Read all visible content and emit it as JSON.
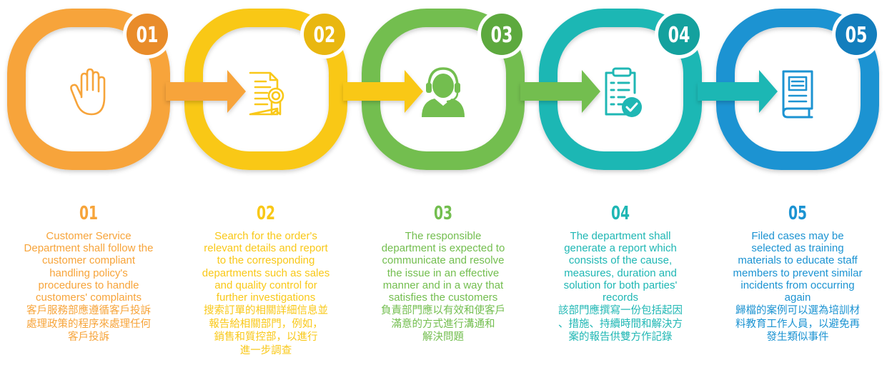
{
  "colors": {
    "step1": "#F7A43A",
    "step1_badge": "#E98C2A",
    "step2": "#F9C818",
    "step2_badge": "#E9B710",
    "step3": "#73BE4F",
    "step3_badge": "#5DA93E",
    "step4": "#1FB7B4",
    "step4_badge": "#14A19E",
    "step5": "#1C93D2",
    "step5_badge": "#137EBD"
  },
  "steps": [
    {
      "badge": "01",
      "icon": "raised-hand-icon",
      "number": "01",
      "english": "Customer Service\nDepartment shall follow the\ncustomer compliant\nhandling policy's\nprocedures to handle\ncustomers' complaints",
      "chinese": "客戶服務部應遵循客戶投訴\n處理政策的程序來處理任何\n客戶投訴"
    },
    {
      "badge": "02",
      "icon": "certificate-document-icon",
      "number": "02",
      "english": "Search for the order's\nrelevant details and report\nto the corresponding\ndepartments such as sales\nand quality control for\nfurther investigations",
      "chinese": "搜索訂單的相關詳細信息並\n報告給相關部門，例如，\n銷售和質控部，以進行\n進一步調查"
    },
    {
      "badge": "03",
      "icon": "headset-agent-icon",
      "number": "03",
      "english": "The responsible\ndepartment is expected to\ncommunicate and resolve\nthe issue in an effective\nmanner and in a way that\nsatisfies the customers",
      "chinese": "負責部門應以有效和使客戶\n滿意的方式進行溝通和\n解決問題"
    },
    {
      "badge": "04",
      "icon": "clipboard-check-icon",
      "number": "04",
      "english": "The department shall\ngenerate a report which\nconsists of the cause,\nmeasures, duration and\nsolution for both parties'\nrecords",
      "chinese": "該部門應撰寫一份包括起因\n、措施、持續時間和解決方\n案的報告供雙方作記錄"
    },
    {
      "badge": "05",
      "icon": "book-icon",
      "number": "05",
      "english": "Filed cases may be\nselected as training\nmaterials to educate staff\nmembers to prevent similar\nincidents from occurring\nagain",
      "chinese": "歸檔的案例可以選為培訓材\n料教育工作人員，以避免再\n發生類似事件"
    }
  ]
}
